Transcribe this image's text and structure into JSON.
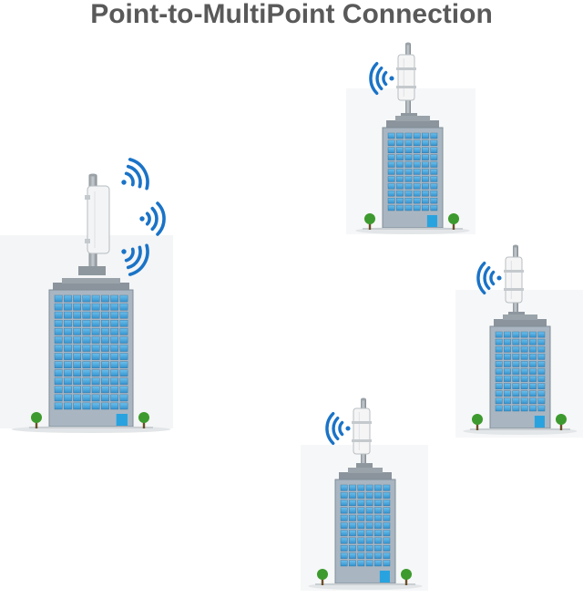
{
  "title": "Point-to-MultiPoint Connection",
  "colors": {
    "title": "#595959",
    "window": "#4aa9df",
    "window_edge": "#2f6f9f",
    "facade": "#a9b6c2",
    "roof": "#8b949c",
    "signal": "#1a73c7",
    "cpe": "#f5f5f5",
    "tree": "#3d9a2e",
    "door": "#29a3df"
  },
  "nodes": [
    {
      "role": "base-station",
      "icon": "building-with-sector-antenna"
    },
    {
      "role": "client",
      "icon": "building-with-cpe"
    },
    {
      "role": "client",
      "icon": "building-with-cpe"
    },
    {
      "role": "client",
      "icon": "building-with-cpe"
    }
  ]
}
